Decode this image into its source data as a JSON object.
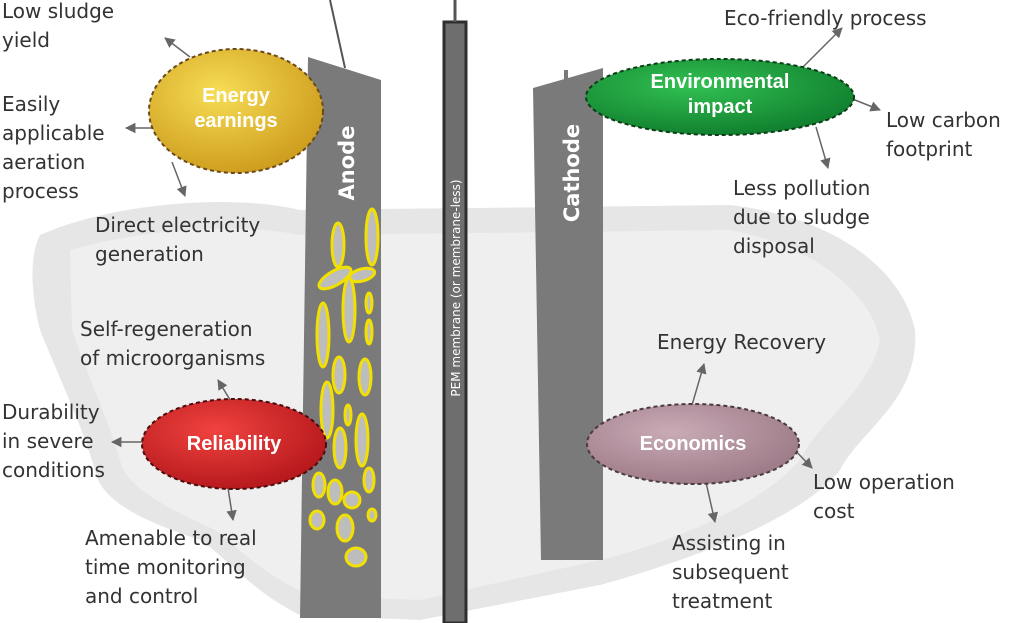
{
  "electrodes": {
    "anode": "Anode",
    "cathode": "Cathode",
    "membrane": "PEM membrane (or membrane-less)"
  },
  "nodes": {
    "energy": {
      "title": "Energy\nearnings",
      "color": "#e8c22e",
      "labels": {
        "low_sludge": "Low sludge\nyield",
        "aeration": "Easily\napplicable\naeration\nprocess",
        "electricity": "Direct electricity\ngeneration"
      }
    },
    "reliability": {
      "title": "Reliability",
      "color": "#d8262b",
      "labels": {
        "self_regen": "Self-regeneration\nof microorganisms",
        "durability": "Durability\nin severe\nconditions",
        "monitoring": "Amenable to real\ntime monitoring\nand  control"
      }
    },
    "environment": {
      "title": "Environmental\nimpact",
      "color": "#1a9a3c",
      "labels": {
        "eco": "Eco-friendly process",
        "carbon": "Low carbon\nfootprint",
        "pollution": "Less pollution\ndue to sludge\ndisposal"
      }
    },
    "economics": {
      "title": "Economics",
      "color": "#b4939f",
      "labels": {
        "energy_recovery": "Energy Recovery",
        "operation_cost": "Low operation\ncost",
        "subsequent": "Assisting in\nsubsequent\ntreatment"
      }
    }
  }
}
